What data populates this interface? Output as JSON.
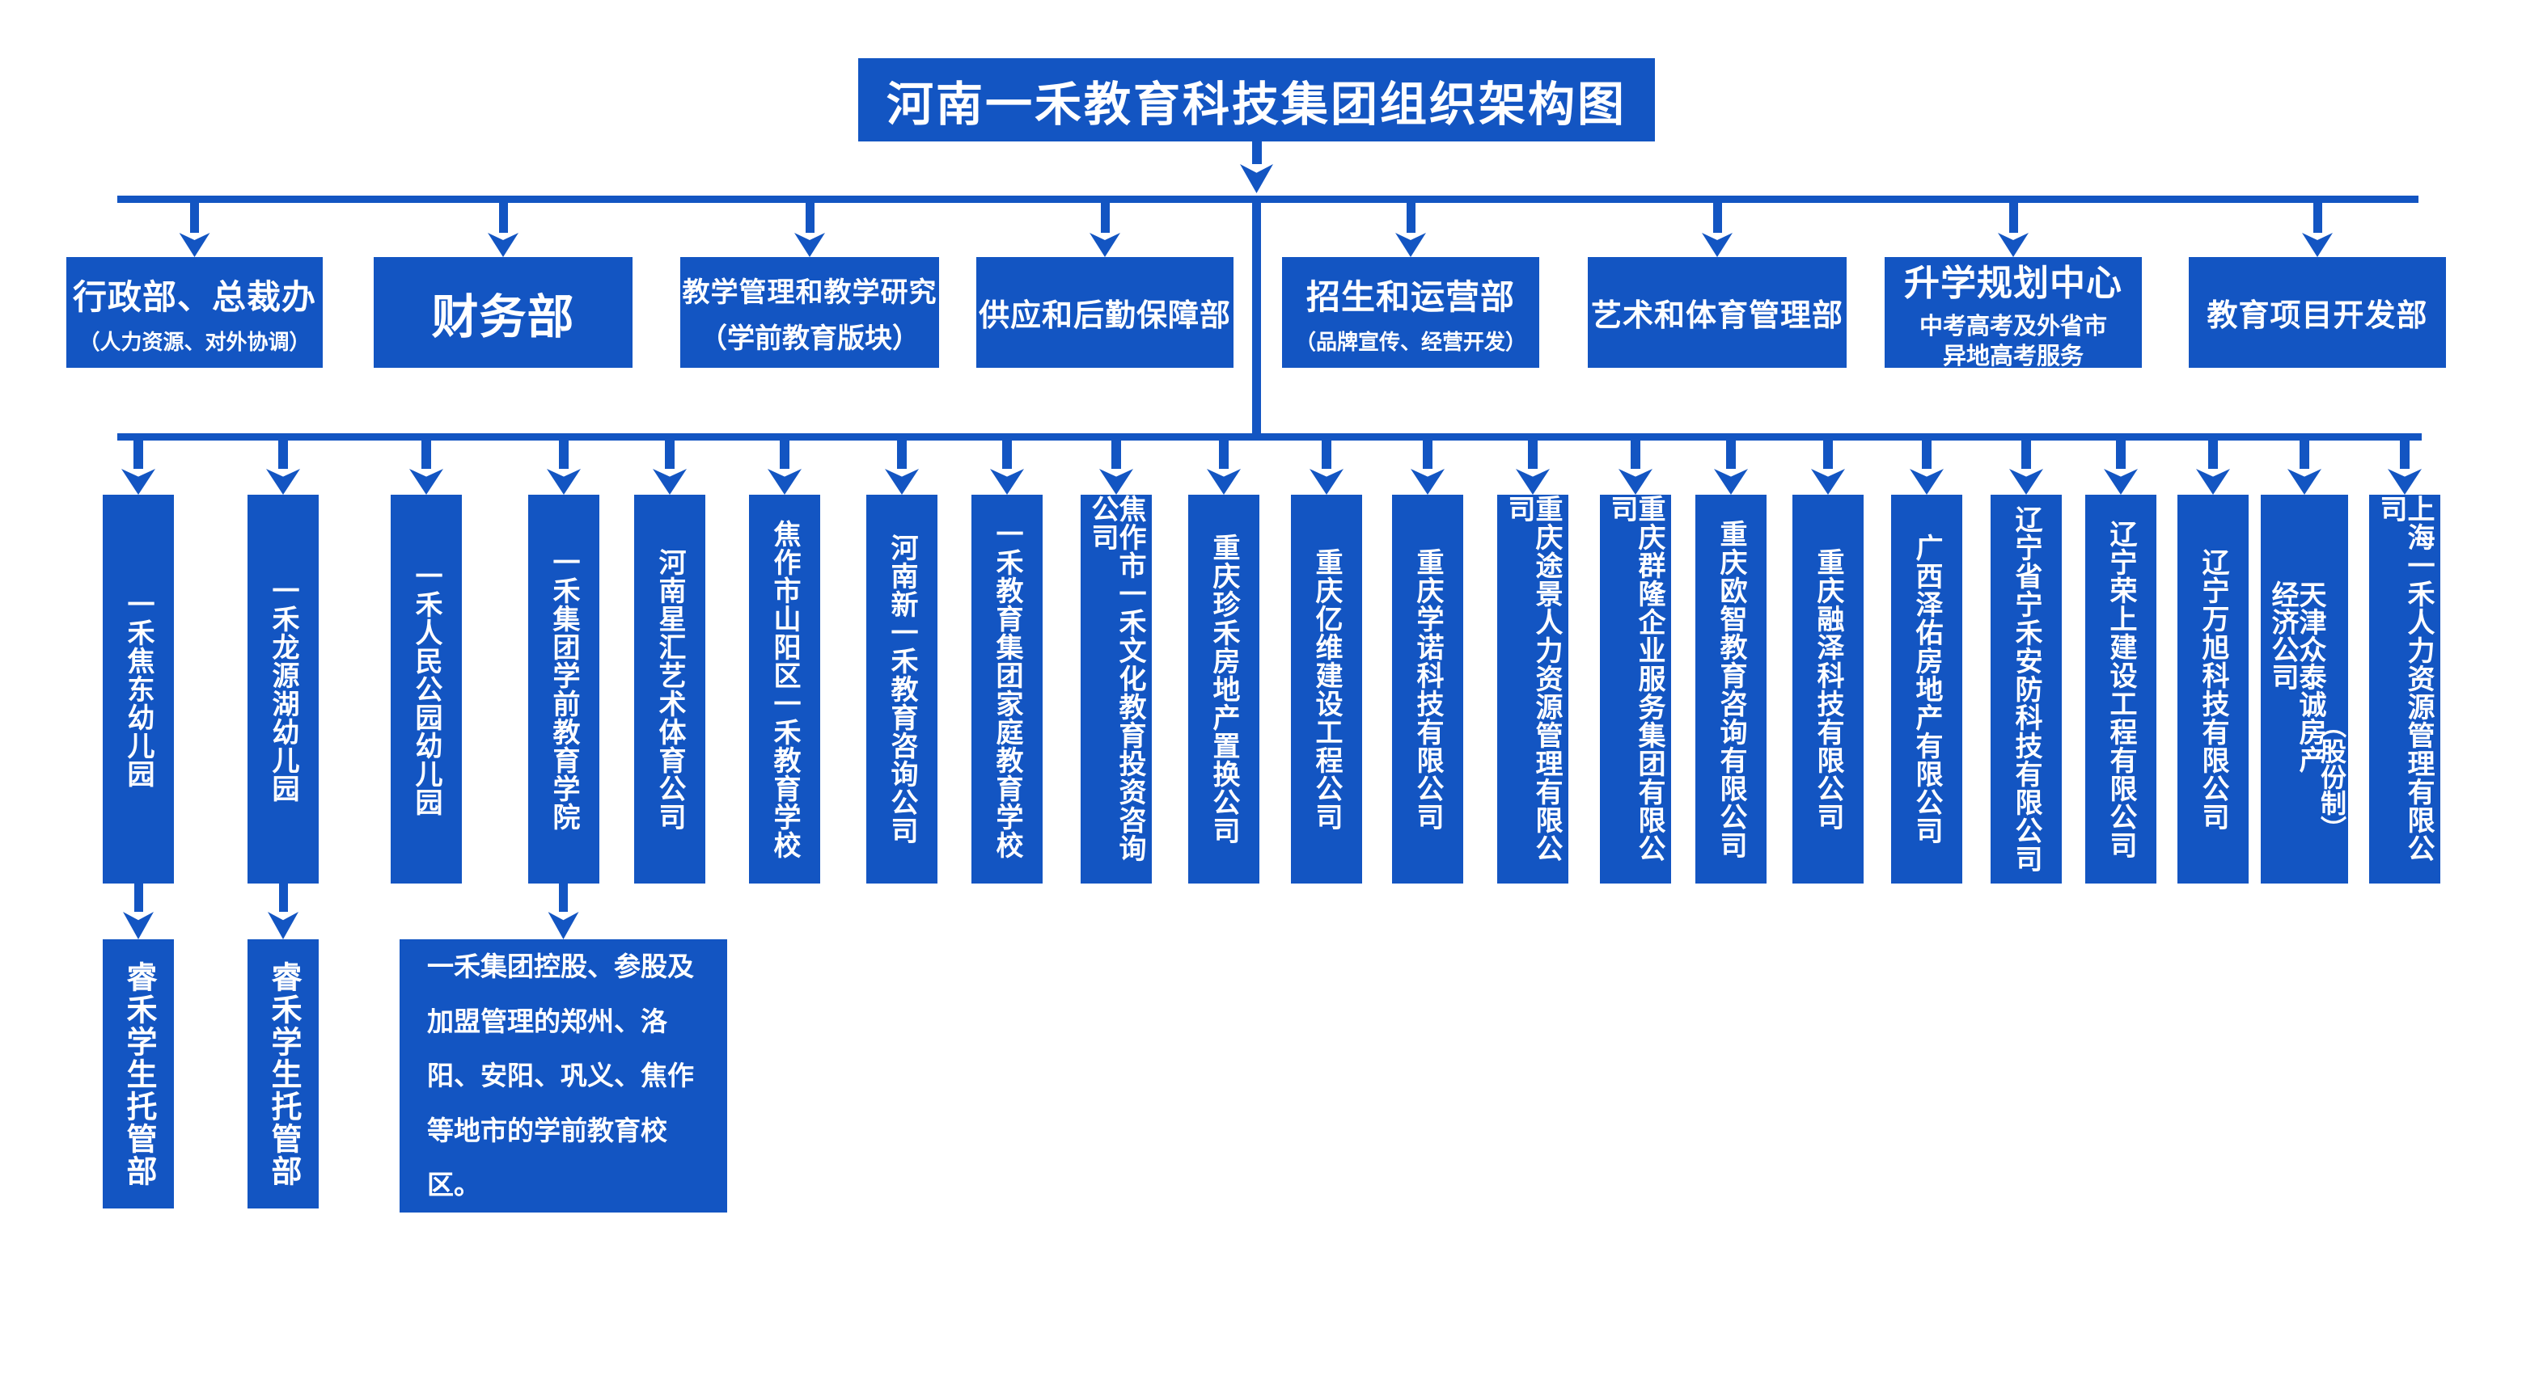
{
  "title": "河南一禾教育科技集团组织架构图",
  "colors": {
    "primary": "#1355C2",
    "text_on_primary": "#FFFFFF",
    "background": "#FFFFFF"
  },
  "departments": [
    {
      "name": "行政部、总裁办",
      "subtitle": "（人力资源、对外协调）"
    },
    {
      "name": "财务部"
    },
    {
      "name": "教学管理和教学研究",
      "subtitle": "（学前教育版块）"
    },
    {
      "name": "供应和后勤保障部"
    },
    {
      "name": "招生和运营部",
      "subtitle": "（品牌宣传、经营开发）"
    },
    {
      "name": "艺术和体育管理部"
    },
    {
      "name": "升学规划中心",
      "subtitle": "中考高考及外省市异地高考服务"
    },
    {
      "name": "教育项目开发部"
    }
  ],
  "companies": [
    {
      "name": "一禾焦东幼儿园"
    },
    {
      "name": "一禾龙源湖幼儿园"
    },
    {
      "name": "一禾人民公园幼儿园"
    },
    {
      "name": "一禾集团学前教育学院"
    },
    {
      "name": "河南星汇艺术体育公司"
    },
    {
      "name": "焦作市山阳区一禾教育学校"
    },
    {
      "name": "河南新一禾教育咨询公司"
    },
    {
      "name": "一禾教育集团家庭教育学校"
    },
    {
      "name": "焦作市一禾文化教育投资咨询公司"
    },
    {
      "name": "重庆珍禾房地产置换公司"
    },
    {
      "name": "重庆亿维建设工程公司"
    },
    {
      "name": "重庆学诺科技有限公司"
    },
    {
      "name": "重庆途景人力资源管理有限公司"
    },
    {
      "name": "重庆群隆企业服务集团有限公司"
    },
    {
      "name": "重庆欧智教育咨询有限公司"
    },
    {
      "name": "重庆融泽科技有限公司"
    },
    {
      "name": "广西泽佑房地产有限公司"
    },
    {
      "name": "辽宁省宁禾安防科技有限公司"
    },
    {
      "name": "辽宁荣上建设工程有限公司"
    },
    {
      "name": "辽宁万旭科技有限公司"
    },
    {
      "name": "天津众泰诚房产经济公司",
      "suffix": "（股份制）"
    },
    {
      "name": "上海一禾人力资源管理有限公司"
    }
  ],
  "children": {
    "jiaodong_branch": "睿禾学生托管部",
    "longyuanhu_branch": "睿禾学生托管部",
    "preschool_note": "一禾集团控股、参股及加盟管理的郑州、洛阳、安阳、巩义、焦作等地市的学前教育校区。"
  }
}
